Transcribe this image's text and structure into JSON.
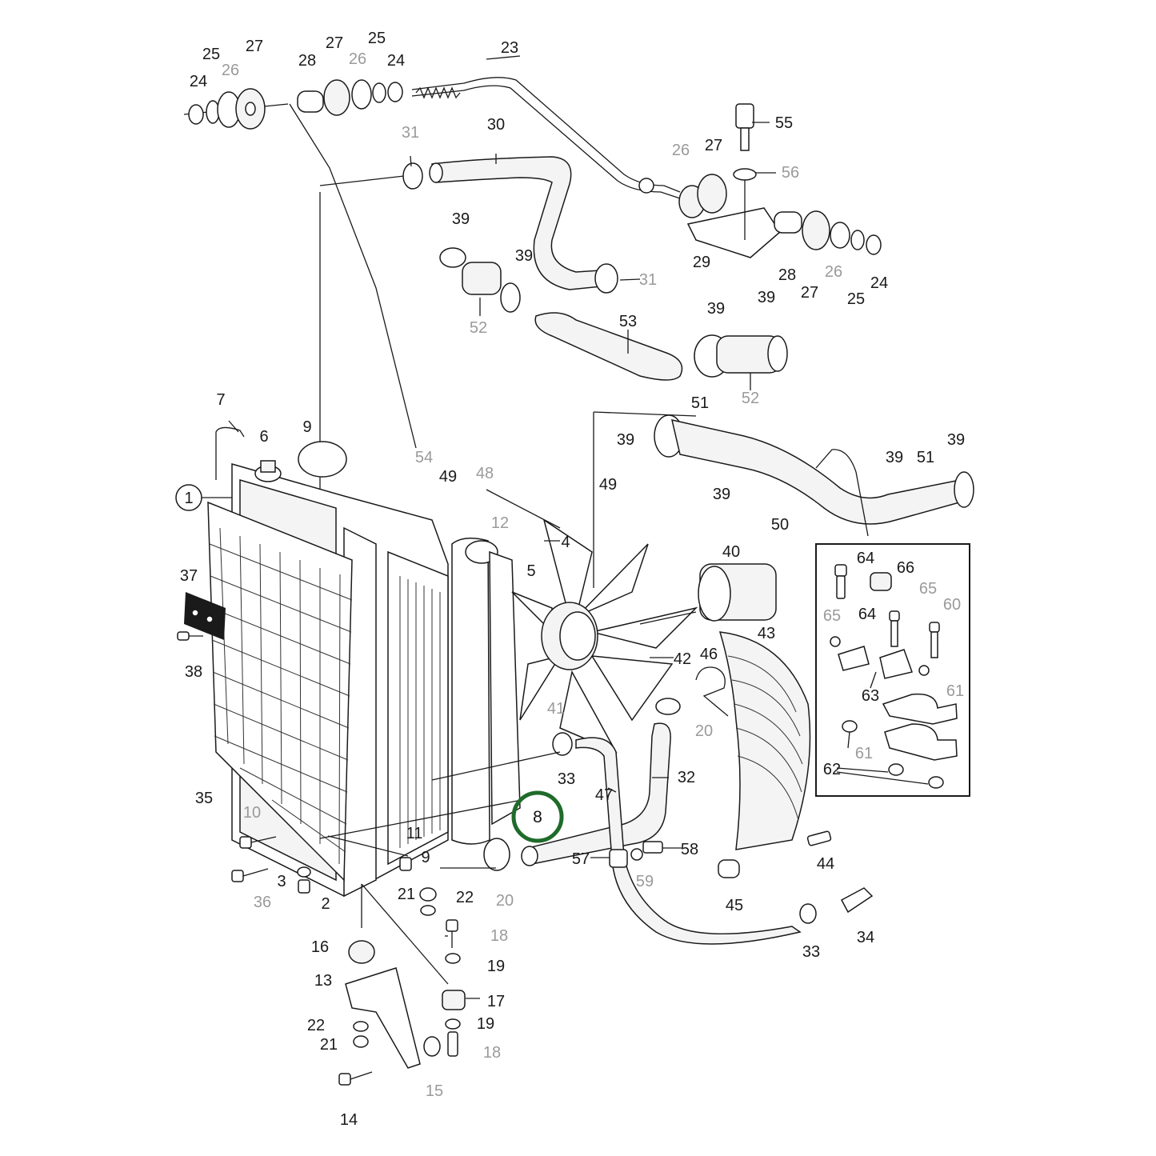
{
  "figure": {
    "highlight_color": "#1f6b2a",
    "callouts": [
      {
        "id": "c24a",
        "text": "24",
        "faint": false
      },
      {
        "id": "c25a",
        "text": "25",
        "faint": false
      },
      {
        "id": "c26a",
        "text": "26",
        "faint": true
      },
      {
        "id": "c27a",
        "text": "27",
        "faint": false
      },
      {
        "id": "c28a",
        "text": "28",
        "faint": false
      },
      {
        "id": "c27b",
        "text": "27",
        "faint": false
      },
      {
        "id": "c26b",
        "text": "26",
        "faint": true
      },
      {
        "id": "c25b",
        "text": "25",
        "faint": false
      },
      {
        "id": "c24b",
        "text": "24",
        "faint": false
      },
      {
        "id": "c23",
        "text": "23",
        "faint": false
      },
      {
        "id": "c31a",
        "text": "31",
        "faint": true
      },
      {
        "id": "c30",
        "text": "30",
        "faint": false
      },
      {
        "id": "c55",
        "text": "55",
        "faint": false
      },
      {
        "id": "c56",
        "text": "56",
        "faint": true
      },
      {
        "id": "c26c",
        "text": "26",
        "faint": true
      },
      {
        "id": "c27c",
        "text": "27",
        "faint": false
      },
      {
        "id": "c29",
        "text": "29",
        "faint": false
      },
      {
        "id": "c28c",
        "text": "28",
        "faint": false
      },
      {
        "id": "c27d",
        "text": "27",
        "faint": false
      },
      {
        "id": "c26d",
        "text": "26",
        "faint": true
      },
      {
        "id": "c25c",
        "text": "25",
        "faint": false
      },
      {
        "id": "c24c",
        "text": "24",
        "faint": false
      },
      {
        "id": "c39a",
        "text": "39",
        "faint": false
      },
      {
        "id": "c39b",
        "text": "39",
        "faint": false
      },
      {
        "id": "c31b",
        "text": "31",
        "faint": true
      },
      {
        "id": "c52a",
        "text": "52",
        "faint": true
      },
      {
        "id": "c53",
        "text": "53",
        "faint": false
      },
      {
        "id": "c39c",
        "text": "39",
        "faint": false
      },
      {
        "id": "c39d",
        "text": "39",
        "faint": false
      },
      {
        "id": "c52b",
        "text": "52",
        "faint": true
      },
      {
        "id": "c7",
        "text": "7",
        "faint": false
      },
      {
        "id": "c6",
        "text": "6",
        "faint": false
      },
      {
        "id": "c9a",
        "text": "9",
        "faint": false
      },
      {
        "id": "c54",
        "text": "54",
        "faint": true
      },
      {
        "id": "c49a",
        "text": "49",
        "faint": false
      },
      {
        "id": "c48",
        "text": "48",
        "faint": true
      },
      {
        "id": "c49b",
        "text": "49",
        "faint": false
      },
      {
        "id": "c51a",
        "text": "51",
        "faint": false
      },
      {
        "id": "c39e",
        "text": "39",
        "faint": false
      },
      {
        "id": "c39f",
        "text": "39",
        "faint": false
      },
      {
        "id": "c39g",
        "text": "39",
        "faint": false
      },
      {
        "id": "c51b",
        "text": "51",
        "faint": false
      },
      {
        "id": "c39h",
        "text": "39",
        "faint": false
      },
      {
        "id": "c50a",
        "text": "50",
        "faint": false
      },
      {
        "id": "c1",
        "text": "1",
        "faint": false
      },
      {
        "id": "c12",
        "text": "12",
        "faint": true
      },
      {
        "id": "c4",
        "text": "4",
        "faint": false
      },
      {
        "id": "c5",
        "text": "5",
        "faint": false
      },
      {
        "id": "c40",
        "text": "40",
        "faint": false
      },
      {
        "id": "c37",
        "text": "37",
        "faint": false
      },
      {
        "id": "c38",
        "text": "38",
        "faint": false
      },
      {
        "id": "c42",
        "text": "42",
        "faint": false
      },
      {
        "id": "c46",
        "text": "46",
        "faint": false
      },
      {
        "id": "c43",
        "text": "43",
        "faint": false
      },
      {
        "id": "c41",
        "text": "41",
        "faint": true
      },
      {
        "id": "c20a",
        "text": "20",
        "faint": true
      },
      {
        "id": "c33a",
        "text": "33",
        "faint": false
      },
      {
        "id": "c32",
        "text": "32",
        "faint": false
      },
      {
        "id": "c35",
        "text": "35",
        "faint": false
      },
      {
        "id": "c47",
        "text": "47",
        "faint": false
      },
      {
        "id": "c8",
        "text": "8",
        "faint": false
      },
      {
        "id": "c10",
        "text": "10",
        "faint": true
      },
      {
        "id": "c11",
        "text": "11",
        "faint": false
      },
      {
        "id": "c9b",
        "text": "9",
        "faint": false
      },
      {
        "id": "c57",
        "text": "57",
        "faint": false
      },
      {
        "id": "c58",
        "text": "58",
        "faint": false
      },
      {
        "id": "c59",
        "text": "59",
        "faint": true
      },
      {
        "id": "c44",
        "text": "44",
        "faint": false
      },
      {
        "id": "c36",
        "text": "36",
        "faint": true
      },
      {
        "id": "c3",
        "text": "3",
        "faint": false
      },
      {
        "id": "c2",
        "text": "2",
        "faint": false
      },
      {
        "id": "c21a",
        "text": "21",
        "faint": false
      },
      {
        "id": "c22a",
        "text": "22",
        "faint": false
      },
      {
        "id": "c20b",
        "text": "20",
        "faint": true
      },
      {
        "id": "c45",
        "text": "45",
        "faint": false
      },
      {
        "id": "c18a",
        "text": "18",
        "faint": true
      },
      {
        "id": "c19a",
        "text": "19",
        "faint": false
      },
      {
        "id": "c33b",
        "text": "33",
        "faint": false
      },
      {
        "id": "c34",
        "text": "34",
        "faint": false
      },
      {
        "id": "c16",
        "text": "16",
        "faint": false
      },
      {
        "id": "c13",
        "text": "13",
        "faint": false
      },
      {
        "id": "c17",
        "text": "17",
        "faint": false
      },
      {
        "id": "c22b",
        "text": "22",
        "faint": false
      },
      {
        "id": "c19b",
        "text": "19",
        "faint": false
      },
      {
        "id": "c21b",
        "text": "21",
        "faint": false
      },
      {
        "id": "c15",
        "text": "15",
        "faint": true
      },
      {
        "id": "c18b",
        "text": "18",
        "faint": true
      },
      {
        "id": "c14",
        "text": "14",
        "faint": false
      },
      {
        "id": "c64a",
        "text": "64",
        "faint": false
      },
      {
        "id": "c66",
        "text": "66",
        "faint": false
      },
      {
        "id": "c65a",
        "text": "65",
        "faint": true
      },
      {
        "id": "c60",
        "text": "60",
        "faint": true
      },
      {
        "id": "c65b",
        "text": "65",
        "faint": true
      },
      {
        "id": "c64b",
        "text": "64",
        "faint": false
      },
      {
        "id": "c63",
        "text": "63",
        "faint": false
      },
      {
        "id": "c61a",
        "text": "61",
        "faint": true
      },
      {
        "id": "c61b",
        "text": "61",
        "faint": true
      },
      {
        "id": "c62",
        "text": "62",
        "faint": false
      }
    ]
  }
}
